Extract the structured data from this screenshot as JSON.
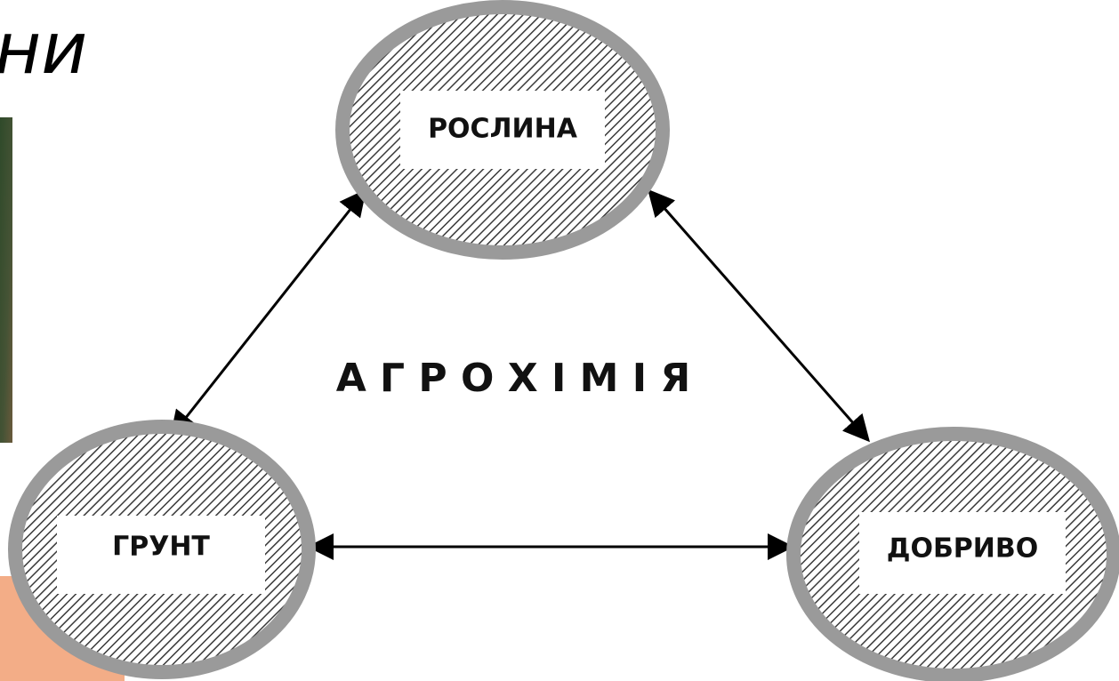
{
  "header": {
    "partial_title": "ни"
  },
  "diagram": {
    "center_label": "А Г Р О Х І М І Я",
    "nodes": [
      {
        "id": "plant",
        "label": "РОСЛИНА"
      },
      {
        "id": "soil",
        "label": "ГРУНТ"
      },
      {
        "id": "fertilizer",
        "label": "ДОБРИВО"
      }
    ],
    "edges": [
      {
        "from": "plant",
        "to": "soil",
        "arrows": "both"
      },
      {
        "from": "plant",
        "to": "fertilizer",
        "arrows": "both"
      },
      {
        "from": "soil",
        "to": "fertilizer",
        "arrows": "both"
      }
    ]
  },
  "colors": {
    "ellipse_border": "#9a9a9a",
    "hatch": "#3a3a3a",
    "arrow": "#000000",
    "photo_dark": "#3d4a2c",
    "peach_shape": "#f3ad87"
  }
}
